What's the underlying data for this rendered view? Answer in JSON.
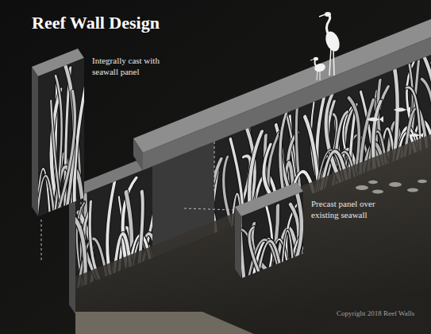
{
  "diagram": {
    "title": "Reef Wall Design",
    "labels": [
      "Integrally cast with seawall panel",
      "Precast panel over existing seawall",
      "Copyright 2018 Reef Walls"
    ]
  }
}
